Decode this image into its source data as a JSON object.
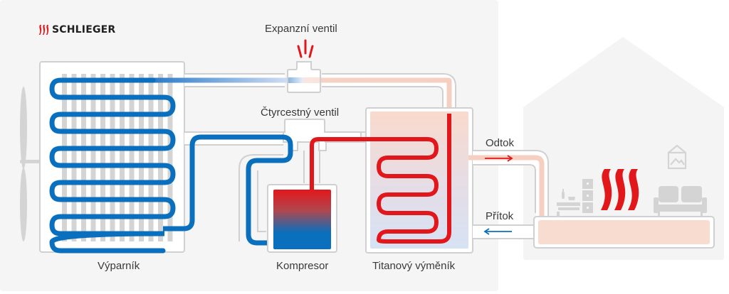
{
  "brand": {
    "name": "SCHLIEGER",
    "logo_icon": "heat-waves-icon",
    "accent_color": "#e2171c"
  },
  "labels": {
    "expansion_valve": "Expanzní ventil",
    "four_way_valve": "Čtyrcestný ventil",
    "evaporator": "Výparník",
    "compressor": "Kompresor",
    "heat_exchanger": "Titanový výměník",
    "outflow": "Odtok",
    "inflow": "Přítok"
  },
  "colors": {
    "cold_pipe": "#0a6fbd",
    "hot_pipe": "#e2171c",
    "warm_water": "#f8dccf",
    "cool_water": "#d6e2f4",
    "outline": "#d0d0d0",
    "panel": "#f5f5f5",
    "house": "#f4f4f4"
  },
  "icons": [
    "fan-icon",
    "heat-waves-icon",
    "picture-frame-icon",
    "sofa-icon",
    "cabinet-icon",
    "side-table-icon",
    "arrow-right-icon",
    "arrow-left-icon",
    "expansion-burst-icon"
  ]
}
